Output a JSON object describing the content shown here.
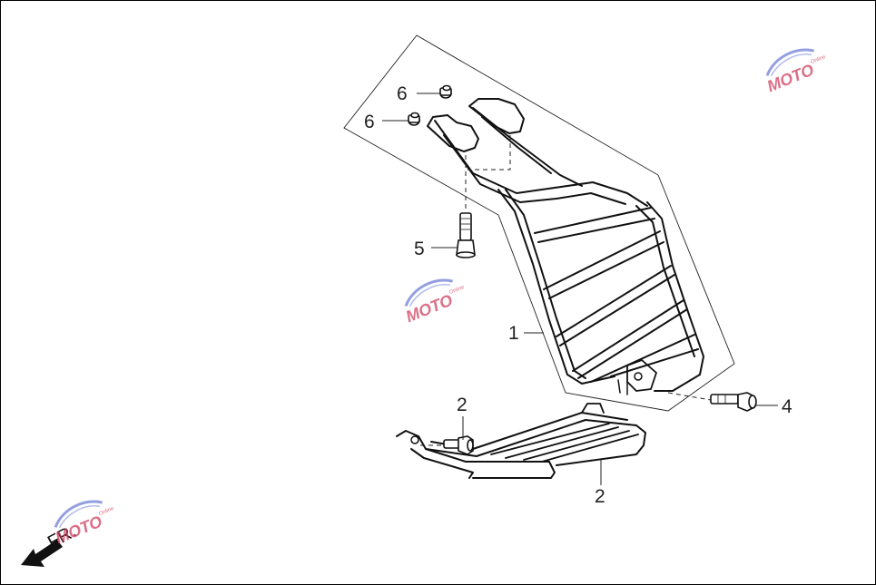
{
  "callouts": {
    "c1": "1",
    "c2_top": "2",
    "c2_bottom": "2",
    "c4": "4",
    "c5": "5",
    "c6_top": "6",
    "c6_bottom": "6"
  },
  "orientation_label": "FR.",
  "watermark": {
    "brand": "MOTO",
    "sub": "Online",
    "colors": {
      "text": "#d04060",
      "swoosh": "#6f7fd6"
    }
  },
  "colors": {
    "line": "#111111",
    "thin": "#222222"
  }
}
